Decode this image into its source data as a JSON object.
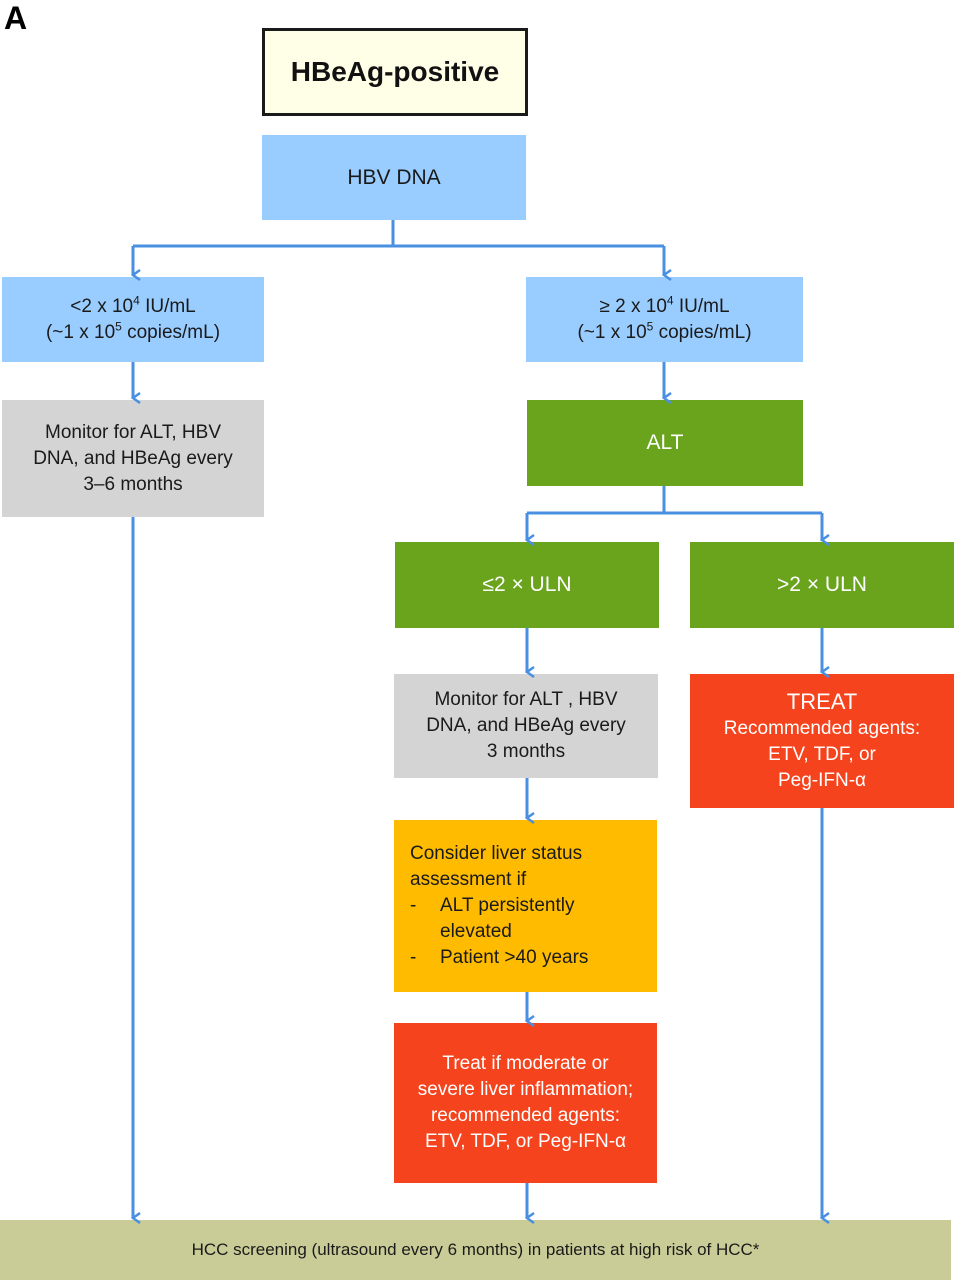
{
  "panel_label": "A",
  "title": "HBeAg-positive",
  "hbv_dna": "HBV DNA",
  "low_dna": {
    "prefix": "<2 x 10",
    "exp": "4",
    "unit": " IU/mL",
    "line2_prefix": "(~1 x 10",
    "line2_exp": "5",
    "line2_unit": " copies/mL)"
  },
  "high_dna": {
    "prefix": "≥ 2 x 10",
    "exp": "4",
    "unit": " IU/mL",
    "line2_prefix": "(~1 x 10",
    "line2_exp": "5",
    "line2_unit": " copies/mL)"
  },
  "monitor_left": [
    "Monitor for ALT, HBV",
    "DNA, and HBeAg every",
    "3–6 months"
  ],
  "alt": "ALT",
  "alt_low": "≤2 × ULN",
  "alt_high": ">2 × ULN",
  "monitor_mid": [
    "Monitor for ALT , HBV",
    "DNA, and HBeAg every",
    "3 months"
  ],
  "treat": {
    "heading": "TREAT",
    "lines": [
      "Recommended agents:",
      "ETV, TDF, or",
      "Peg-IFN-α"
    ]
  },
  "consider": {
    "lines": [
      "Consider liver status",
      "assessment if"
    ],
    "bullets": [
      {
        "dash": "-",
        "lines": [
          "ALT persistently",
          "elevated"
        ]
      },
      {
        "dash": "-",
        "lines": [
          "Patient >40 years"
        ]
      }
    ]
  },
  "treat_if": [
    "Treat if moderate or",
    "severe liver inflammation;",
    "recommended agents:",
    "ETV, TDF, or  Peg-IFN-α"
  ],
  "hcc": "HCC screening (ultrasound every 6 months) in patients at high risk of HCC*",
  "colors": {
    "arrow": "#4a90e2",
    "blue_box": "#99ccff",
    "green_box": "#6aa31c",
    "gray_box": "#d4d4d4",
    "orange_box": "#ffbb00",
    "red_box": "#f4431d",
    "olive_box": "#c9cc97"
  }
}
